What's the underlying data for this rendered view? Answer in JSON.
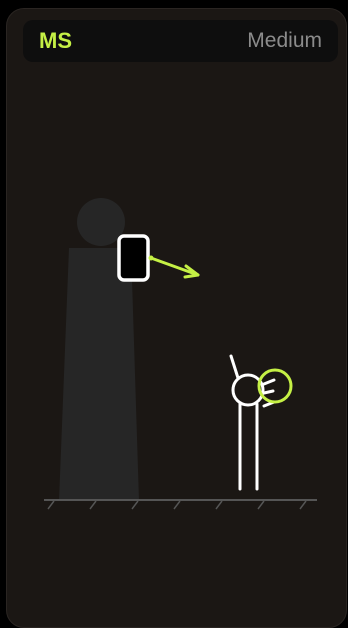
{
  "header": {
    "shot_code": "MS",
    "shot_size": "Medium"
  },
  "colors": {
    "accent": "#c5f045",
    "card_bg": "#1b1714",
    "header_bg": "#0e0e0e",
    "silhouette": "#262626",
    "figure_stroke": "#ffffff",
    "label_gray": "#8b8b8b"
  },
  "icons": {
    "subject": "silhouette-figure",
    "camera": "phone-camera-icon",
    "direction": "arrow-icon",
    "viewer": "stick-figure-icon",
    "focus": "focus-circle-icon"
  }
}
